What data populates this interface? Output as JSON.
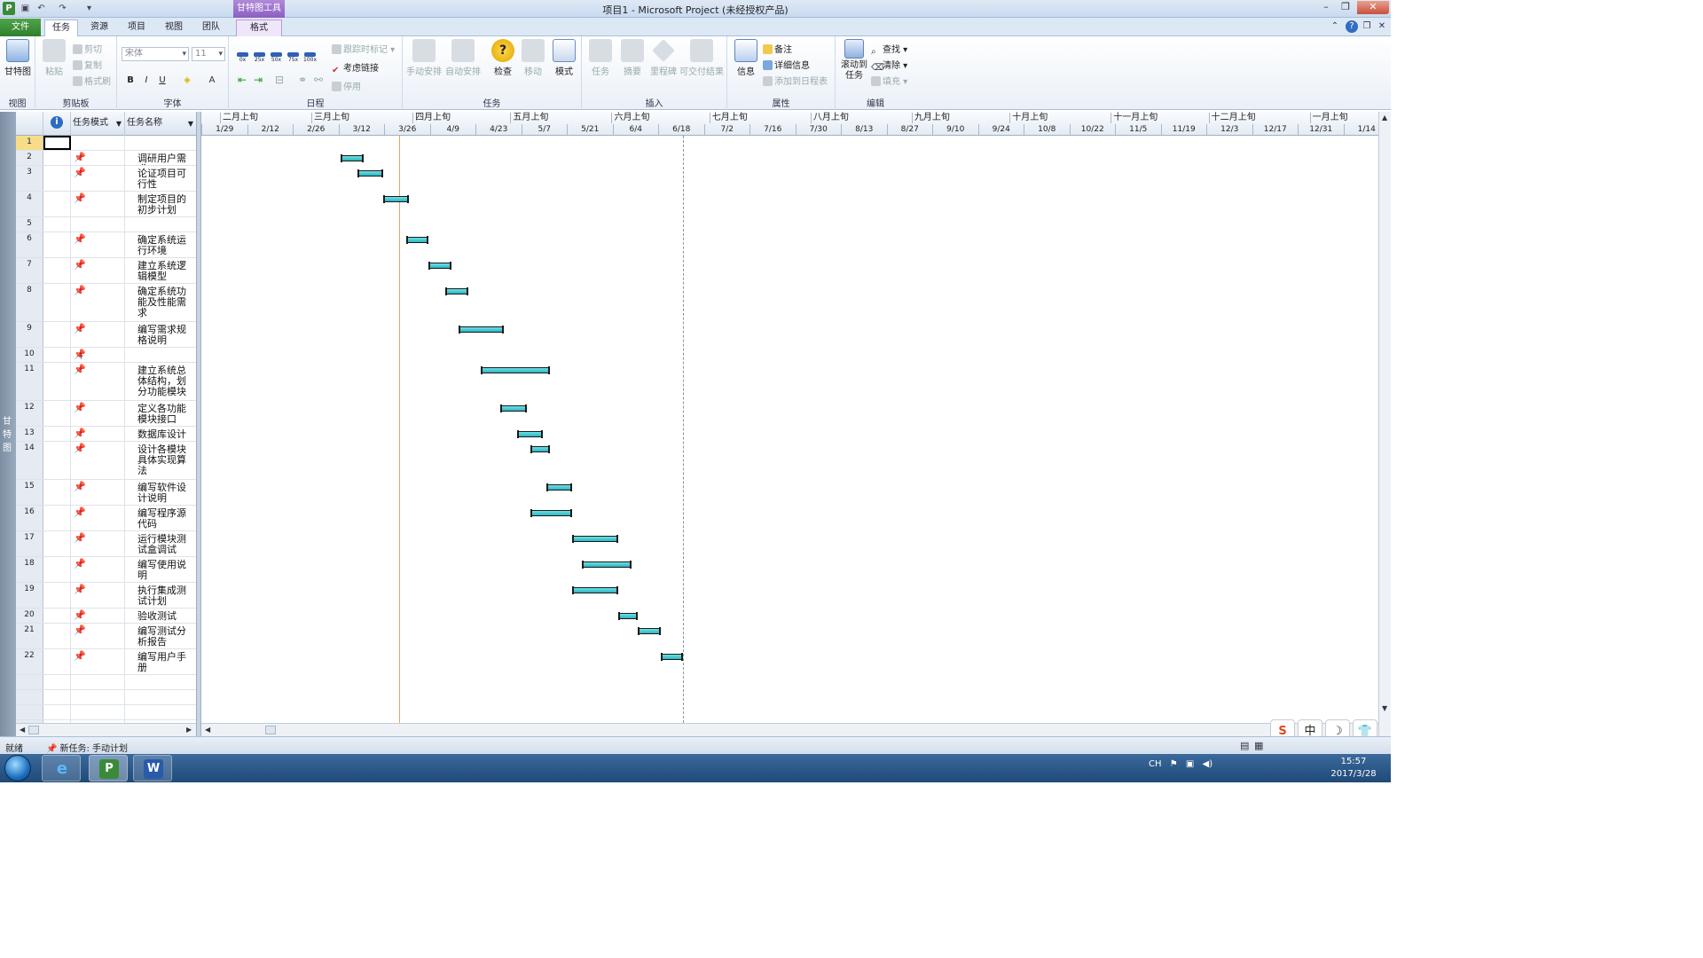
{
  "window": {
    "title": "项目1 - Microsoft Project (未经授权产品)",
    "context_tab_group": "甘特图工具",
    "app_icon": "P"
  },
  "tabs": [
    "文件",
    "任务",
    "资源",
    "项目",
    "视图",
    "团队",
    "格式"
  ],
  "ribbon": {
    "view_group": {
      "label": "视图",
      "gantt_button": "甘特图"
    },
    "clipboard_group": {
      "label": "剪贴板",
      "paste": "粘贴",
      "cut": "剪切",
      "copy": "复制",
      "format_painter": "格式刷"
    },
    "font_group": {
      "label": "字体",
      "font_name": "宋体",
      "font_size": "11",
      "bold": "B",
      "italic": "I",
      "underline": "U"
    },
    "schedule_group": {
      "label": "日程",
      "percents": [
        "0x",
        "25x",
        "50x",
        "75x",
        "100x"
      ],
      "mark_on_track": "跟踪时标记",
      "respect_links": "考虑链接",
      "inactivate": "停用"
    },
    "tasks_group": {
      "label": "任务",
      "manual": "手动安排",
      "auto": "自动安排",
      "inspect": "检查",
      "move": "移动",
      "mode": "模式"
    },
    "insert_group": {
      "label": "插入",
      "task": "任务",
      "summary": "摘要",
      "milestone": "里程碑",
      "deliverable": "可交付结果"
    },
    "properties_group": {
      "label": "属性",
      "info": "信息",
      "notes": "备注",
      "details": "详细信息",
      "add_timeline": "添加到日程表"
    },
    "editing_group": {
      "label": "编辑",
      "scroll_to_task": "滚动到任务",
      "find": "查找",
      "clear": "清除",
      "fill": "填充"
    }
  },
  "side_label": "甘特图",
  "table": {
    "columns": {
      "mode": "任务模式",
      "name": "任务名称"
    },
    "rows": [
      {
        "id": "1",
        "name": "",
        "mode": false
      },
      {
        "id": "2",
        "name": "调研用户需求",
        "mode": true
      },
      {
        "id": "3",
        "name": "论证项目可行性",
        "mode": true
      },
      {
        "id": "4",
        "name": "制定项目的初步计划",
        "mode": true
      },
      {
        "id": "5",
        "name": "",
        "mode": false
      },
      {
        "id": "6",
        "name": "确定系统运行环境",
        "mode": true
      },
      {
        "id": "7",
        "name": "建立系统逻辑模型",
        "mode": true
      },
      {
        "id": "8",
        "name": "确定系统功能及性能需求",
        "mode": true
      },
      {
        "id": "9",
        "name": "编写需求规格说明",
        "mode": true
      },
      {
        "id": "10",
        "name": "",
        "mode": true,
        "question": true
      },
      {
        "id": "11",
        "name": "建立系统总体结构，划分功能模块",
        "mode": true
      },
      {
        "id": "12",
        "name": "定义各功能模块接口",
        "mode": true
      },
      {
        "id": "13",
        "name": "数据库设计",
        "mode": true
      },
      {
        "id": "14",
        "name": "设计各模块具体实现算法",
        "mode": true
      },
      {
        "id": "15",
        "name": "编写软件设计说明",
        "mode": true
      },
      {
        "id": "16",
        "name": "编写程序源代码",
        "mode": true
      },
      {
        "id": "17",
        "name": "运行模块测试盒调试",
        "mode": true
      },
      {
        "id": "18",
        "name": "编写使用说明",
        "mode": true
      },
      {
        "id": "19",
        "name": "执行集成测试计划",
        "mode": true
      },
      {
        "id": "20",
        "name": "验收测试",
        "mode": true
      },
      {
        "id": "21",
        "name": "编写测试分析报告",
        "mode": true
      },
      {
        "id": "22",
        "name": "编写用户手册",
        "mode": true
      }
    ]
  },
  "timescale": {
    "top_tier": [
      "二月上旬",
      "三月上旬",
      "四月上旬",
      "五月上旬",
      "六月上旬",
      "七月上旬",
      "八月上旬",
      "九月上旬",
      "十月上旬",
      "十一月上旬",
      "十二月上旬",
      "一月上旬"
    ],
    "bottom_tier": [
      "1/29",
      "2/12",
      "2/26",
      "3/12",
      "3/26",
      "4/9",
      "4/23",
      "5/7",
      "5/21",
      "6/4",
      "6/18",
      "7/2",
      "7/16",
      "7/30",
      "8/13",
      "8/27",
      "9/10",
      "9/24",
      "10/8",
      "10/22",
      "11/5",
      "11/19",
      "12/3",
      "12/17",
      "12/31",
      "1/14"
    ]
  },
  "tasks_gantt": [
    {
      "row": 2,
      "start": "3/10",
      "end": "3/17"
    },
    {
      "row": 3,
      "start": "3/15",
      "end": "3/23"
    },
    {
      "row": 4,
      "start": "3/23",
      "end": "3/31"
    },
    {
      "row": 6,
      "start": "3/30",
      "end": "4/6"
    },
    {
      "row": 7,
      "start": "4/6",
      "end": "4/13"
    },
    {
      "row": 8,
      "start": "4/11",
      "end": "4/18"
    },
    {
      "row": 9,
      "start": "4/15",
      "end": "4/29"
    },
    {
      "row": 11,
      "start": "4/22",
      "end": "5/13"
    },
    {
      "row": 12,
      "start": "4/28",
      "end": "5/6"
    },
    {
      "row": 13,
      "start": "5/3",
      "end": "5/11"
    },
    {
      "row": 14,
      "start": "5/7",
      "end": "5/13"
    },
    {
      "row": 15,
      "start": "5/12",
      "end": "5/20"
    },
    {
      "row": 16,
      "start": "5/7",
      "end": "5/20"
    },
    {
      "row": 17,
      "start": "5/20",
      "end": "6/3"
    },
    {
      "row": 18,
      "start": "5/23",
      "end": "6/7"
    },
    {
      "row": 19,
      "start": "5/20",
      "end": "6/3"
    },
    {
      "row": 20,
      "start": "6/3",
      "end": "6/9"
    },
    {
      "row": 21,
      "start": "6/9",
      "end": "6/16"
    },
    {
      "row": 22,
      "start": "6/16",
      "end": "6/23"
    }
  ],
  "status": {
    "ready": "就绪",
    "new_task": "新任务: 手动计划"
  },
  "taskbar": {
    "time": "15:57",
    "date": "2017/3/28",
    "tray_lang": "CH",
    "ime": [
      "S",
      "中",
      "☽",
      "👕"
    ]
  },
  "colors": {
    "bar": "#2bb5c0",
    "today_line": "#f0a060",
    "file_tab": "#2f7f2b",
    "context_tab": "#8a5fc2"
  }
}
